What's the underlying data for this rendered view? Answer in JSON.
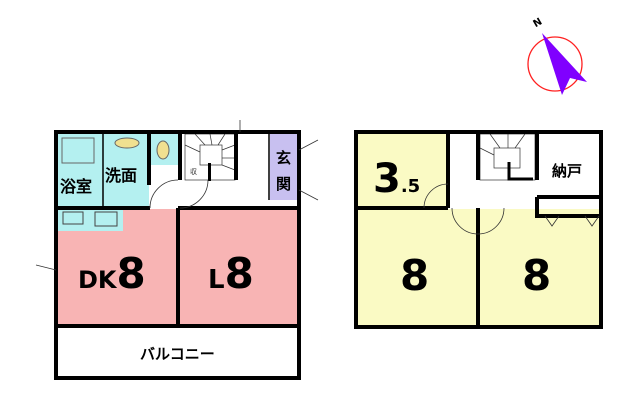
{
  "compass": {
    "north_label": "N",
    "color_ring": "#ff2020",
    "color_needle": "#8000ff"
  },
  "floor1": {
    "bath": "浴室",
    "washroom": "洗面",
    "stair_mark": "収",
    "entrance": "玄関",
    "dk_prefix": "DK",
    "dk_size": "8",
    "living_prefix": "L",
    "living_size": "8",
    "balcony": "バルコニー"
  },
  "floor2": {
    "room_small_int": "3",
    "room_small_dec": ".5",
    "storage": "納戸",
    "room_a_size": "8",
    "room_b_size": "8"
  },
  "colors": {
    "wet": "#b4f0f0",
    "living": "#f8b4b4",
    "bedroom": "#fafac4",
    "entrance": "#c8c0f0",
    "wall": "#000000"
  }
}
